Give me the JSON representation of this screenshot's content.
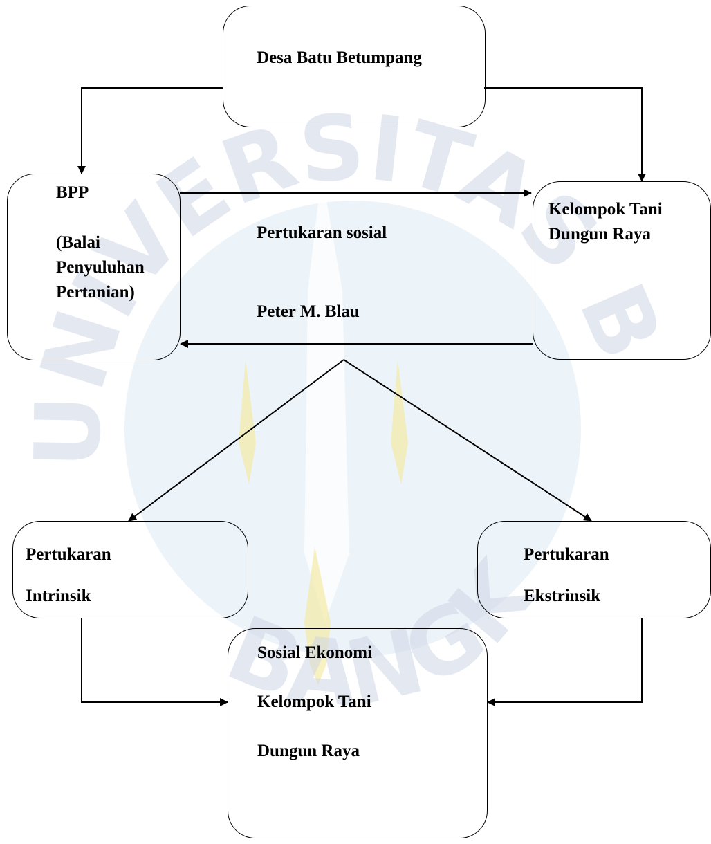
{
  "watermark": {
    "arc_top": "UNIVERSITAS BANGKA BELITUNG",
    "arc_bottom": "BANGKA",
    "colors": {
      "emblem_blue": "#cfe0f0",
      "emblem_gold": "#f2e27a",
      "lettering": "#cfd7e6"
    }
  },
  "nodes": {
    "desa": {
      "line1": "Desa Batu Betumpang"
    },
    "bpp": {
      "line1": "BPP",
      "line2": "(Balai",
      "line3": "Penyuluhan",
      "line4": "Pertanian)"
    },
    "kelompok": {
      "line1": "Kelompok Tani",
      "line2": "Dungun Raya"
    },
    "intrinsik": {
      "line1": "Pertukaran",
      "line2": "Intrinsik"
    },
    "ekstrinsik": {
      "line1": "Pertukaran",
      "line2": "Ekstrinsik"
    },
    "sosial_ekonomi": {
      "line1": "Sosial Ekonomi",
      "line2": "Kelompok Tani",
      "line3": "Dungun Raya"
    }
  },
  "center_labels": {
    "exchange": "Pertukaran sosial",
    "theorist": "Peter M. Blau"
  }
}
